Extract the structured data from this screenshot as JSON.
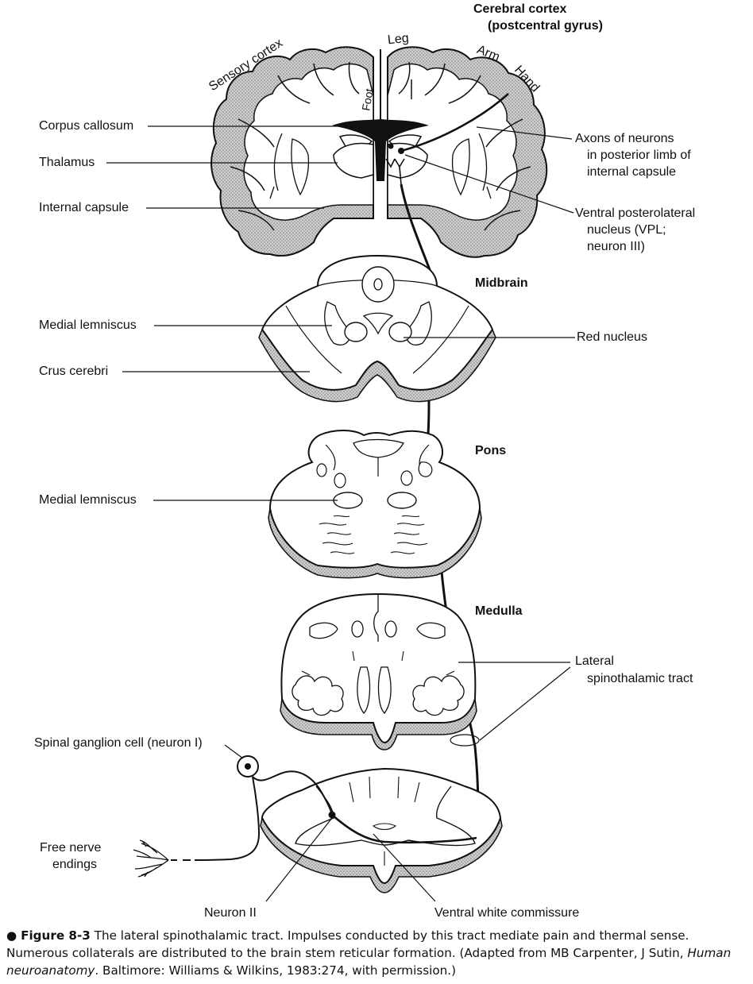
{
  "labels": {
    "cerebral_cortex_title": "Cerebral cortex",
    "cerebral_cortex_subtitle": "(postcentral gyrus)",
    "sensory_cortex": "Sensory cortex",
    "leg": "Leg",
    "arm": "Arm",
    "hand": "Hand",
    "foot": "Foot",
    "corpus_callosum": "Corpus callosum",
    "thalamus": "Thalamus",
    "internal_capsule": "Internal capsule",
    "axons_line1": "Axons of neurons",
    "axons_line2": "in posterior limb of",
    "axons_line3": "internal capsule",
    "vpl_line1": "Ventral posterolateral",
    "vpl_line2": "nucleus (VPL;",
    "vpl_line3": "neuron III)",
    "midbrain": "Midbrain",
    "medial_lemniscus_midbrain": "Medial lemniscus",
    "red_nucleus": "Red nucleus",
    "crus_cerebri": "Crus cerebri",
    "pons": "Pons",
    "medial_lemniscus_pons": "Medial lemniscus",
    "medulla": "Medulla",
    "lateral_line1": "Lateral",
    "lateral_line2": "spinothalamic tract",
    "spinal_ganglion": "Spinal ganglion cell (neuron I)",
    "free_nerve_line1": "Free nerve",
    "free_nerve_line2": "endings",
    "neuron_ii": "Neuron II",
    "ventral_white_commissure": "Ventral white commissure"
  },
  "caption": {
    "bullet": "●",
    "figure_number": "Figure 8-3",
    "text_before_italic": " The lateral spinothalamic tract. Impulses conducted by this tract mediate pain and thermal sense. Numerous collaterals are distributed to the brain stem reticular formation. (Adapted from MB Carpenter, J Sutin, ",
    "italic": "Human neuroanatomy",
    "text_after_italic": ". Baltimore: Williams & Wilkins, 1983:274, with permission.)"
  }
}
